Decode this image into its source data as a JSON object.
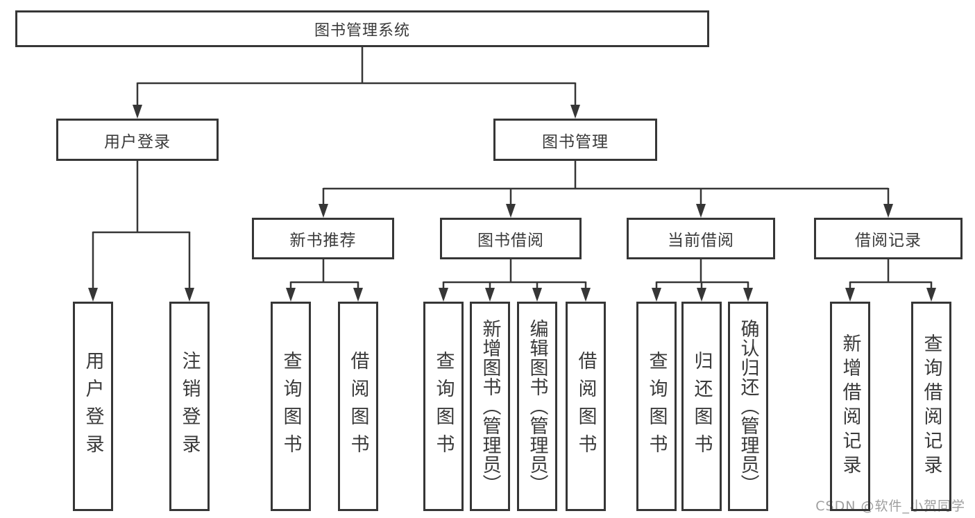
{
  "diagram": {
    "root": {
      "label": "图书管理系统"
    },
    "level2": [
      {
        "label": "用户登录"
      },
      {
        "label": "图书管理"
      }
    ],
    "level3": [
      {
        "label": "新书推荐"
      },
      {
        "label": "图书借阅"
      },
      {
        "label": "当前借阅"
      },
      {
        "label": "借阅记录"
      }
    ],
    "leaves": [
      {
        "label": "用户登录"
      },
      {
        "label": "注销登录"
      },
      {
        "label": "查询图书"
      },
      {
        "label": "借阅图书"
      },
      {
        "label": "查询图书"
      },
      {
        "label": "新增图书（管理员）"
      },
      {
        "label": "编辑图书（管理员）"
      },
      {
        "label": "借阅图书"
      },
      {
        "label": "查询图书"
      },
      {
        "label": "归还图书"
      },
      {
        "label": "确认归还（管理员）"
      },
      {
        "label": "新增借阅记录"
      },
      {
        "label": "查询借阅记录"
      }
    ]
  },
  "watermark": "CSDN @软件_小贺同学",
  "colors": {
    "line": "#363636",
    "text": "#3a3a3a",
    "watermark": "#9e9e9e",
    "background": "#ffffff"
  }
}
